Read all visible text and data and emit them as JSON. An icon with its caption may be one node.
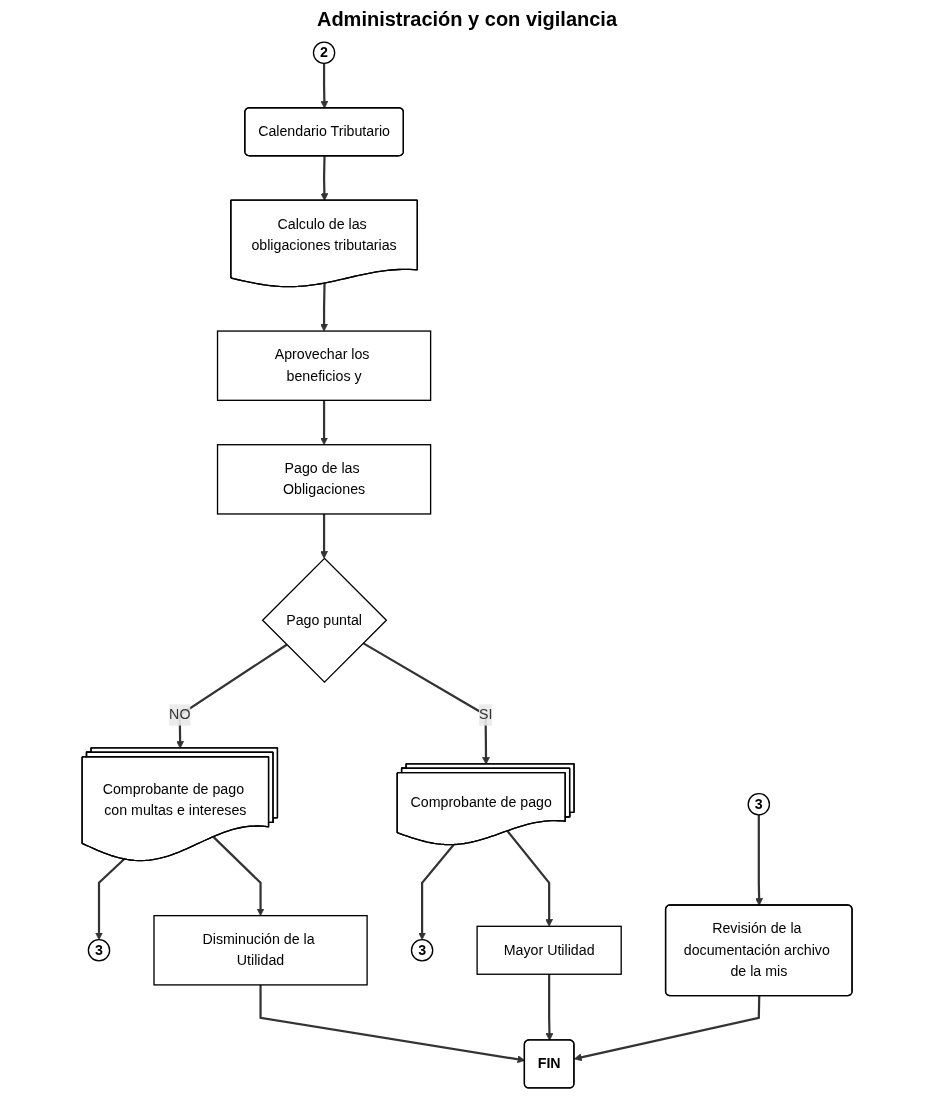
{
  "diagram": {
    "title": "Administración y con vigilancia",
    "nodes": [
      {
        "text": [
          "2"
        ]
      },
      {
        "text": [
          "Calendario Tributario"
        ]
      },
      {
        "text": [
          "Calculo de las obligaciones tributarias"
        ]
      },
      {
        "text": [
          "Aprovechar los beneficios y"
        ]
      },
      {
        "text": [
          "Pago de las Obligaciones"
        ]
      },
      {
        "text": [
          "Pago puntal"
        ]
      },
      {
        "text": [
          "Comprobante de pago con multas e intereses"
        ]
      },
      {
        "text": [
          "3"
        ]
      },
      {
        "text": [
          "Disminución de la Utilidad"
        ]
      },
      {
        "text": [
          "Comprobante de pago"
        ]
      },
      {
        "text": [
          "3"
        ]
      },
      {
        "text": [
          "Mayor Utilidad"
        ]
      },
      {
        "text": [
          "3"
        ]
      },
      {
        "text": [
          "Revisión de la documentación archivo de la mis"
        ]
      },
      {
        "text": [
          "FIN"
        ]
      }
    ],
    "edges": [
      {
        "from": 0,
        "to": 1,
        "arrow": "to"
      },
      {
        "from": 1,
        "to": 2,
        "arrow": "to"
      },
      {
        "from": 2,
        "to": 3,
        "arrow": "to"
      },
      {
        "from": 3,
        "to": 4,
        "arrow": "to"
      },
      {
        "from": 4,
        "to": 5,
        "arrow": "to"
      },
      {
        "from": 5,
        "to": 6,
        "label": "NO",
        "arrow": "to"
      },
      {
        "from": 5,
        "to": 9,
        "label": "SI",
        "arrow": "to"
      },
      {
        "from": 6,
        "to": 7,
        "arrow": "to"
      },
      {
        "from": 6,
        "to": 8,
        "arrow": "to"
      },
      {
        "from": 9,
        "to": 10,
        "arrow": "to"
      },
      {
        "from": 9,
        "to": 11,
        "arrow": "to"
      },
      {
        "from": 8,
        "to": 14,
        "arrow": "to"
      },
      {
        "from": 11,
        "to": 14,
        "arrow": "to"
      },
      {
        "from": 12,
        "to": 13,
        "arrow": "to"
      },
      {
        "from": 13,
        "to": 14,
        "arrow": "to"
      }
    ]
  }
}
